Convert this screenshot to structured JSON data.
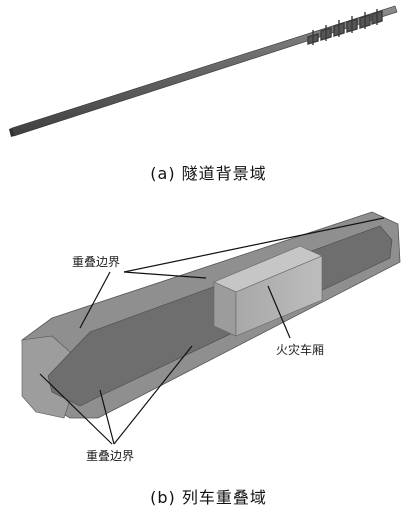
{
  "captions": {
    "a": "(a) 隧道背景域",
    "b": "(b) 列车重叠域"
  },
  "labels": {
    "overlap_top": "重叠边界",
    "fire_car": "火灾车厢",
    "overlap_bottom": "重叠边界"
  },
  "colors": {
    "tunnel_dark": "#5b5b5b",
    "tunnel_light": "#8c8c8c",
    "block_face": "#9a9a9a",
    "block_top": "#c4c4c4",
    "line": "#111111"
  }
}
